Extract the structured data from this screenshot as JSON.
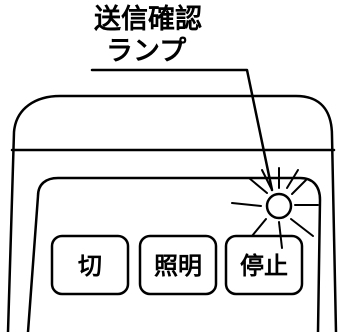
{
  "callout": {
    "line1": "送信確認",
    "line2": "ランプ"
  },
  "buttons": {
    "off": "切",
    "light": "照明",
    "stop": "停止"
  }
}
